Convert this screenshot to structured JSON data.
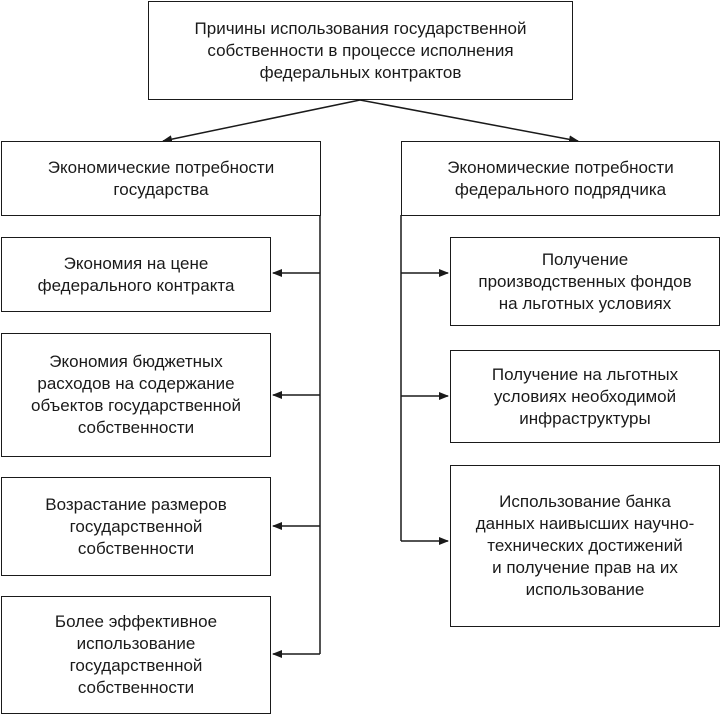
{
  "root": {
    "lines": [
      "Причины использования государственной",
      "собственности в процессе исполнения",
      "федеральных контрактов"
    ]
  },
  "left": {
    "header": {
      "lines": [
        "Экономические потребности",
        "государства"
      ]
    },
    "items": [
      {
        "lines": [
          "Экономия на цене",
          "федерального контракта"
        ]
      },
      {
        "lines": [
          "Экономия бюджетных",
          "расходов на содержание",
          "объектов государственной",
          "собственности"
        ]
      },
      {
        "lines": [
          "Возрастание размеров",
          "государственной",
          "собственности"
        ]
      },
      {
        "lines": [
          "Более эффективное",
          "использование",
          "государственной",
          "собственности"
        ]
      }
    ]
  },
  "right": {
    "header": {
      "lines": [
        "Экономические потребности",
        "федерального подрядчика"
      ]
    },
    "items": [
      {
        "lines": [
          "Получение",
          "производственных фондов",
          "на льготных условиях"
        ]
      },
      {
        "lines": [
          "Получение на льготных",
          "условиях необходимой",
          "инфраструктуры"
        ]
      },
      {
        "lines": [
          "Использование банка",
          "данных наивысших научно-",
          "технических достижений",
          "и получение прав на их",
          "использование"
        ]
      }
    ]
  }
}
